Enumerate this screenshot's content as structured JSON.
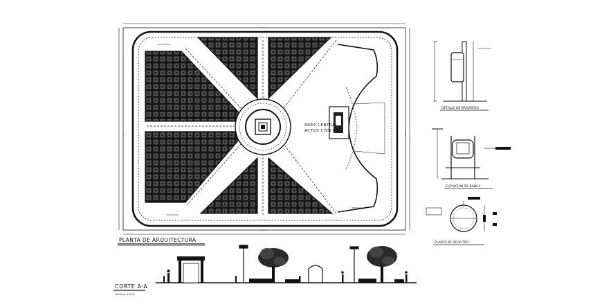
{
  "plan": {
    "title": "PLANTA DE ARQUITECTURA",
    "central_area": [
      "AREA CENTRAL",
      "ACTOS CIVICOS"
    ]
  },
  "section": {
    "title": "CORTE A-A",
    "scale": "ESCALA: 1/100"
  },
  "details": {
    "detail_1": "DETALLE DE BASURERO",
    "detail_2": "ELEVACION DE BANCA",
    "detail_3": "PLANTA DE REGISTRO"
  },
  "colors": {
    "ink": "#111111",
    "paper": "#ffffff"
  }
}
